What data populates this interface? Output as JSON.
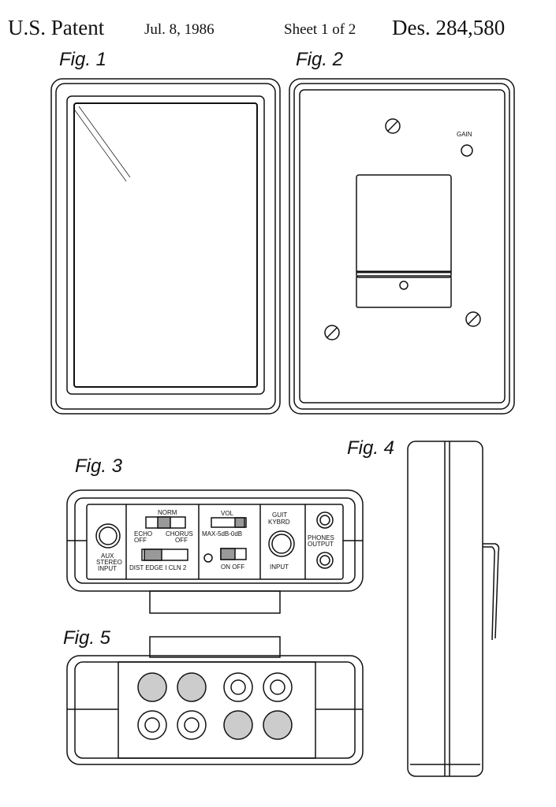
{
  "header": {
    "patent_label": "U.S. Patent",
    "date": "Jul. 8, 1986",
    "sheet": "Sheet 1 of 2",
    "number": "Des. 284,580"
  },
  "figures": {
    "fig1": "Fig. 1",
    "fig2": "Fig. 2",
    "fig3": "Fig. 3",
    "fig4": "Fig. 4",
    "fig5": "Fig. 5"
  },
  "labels": {
    "gain": "GAIN",
    "norm": "NORM",
    "echo": "ECHO",
    "echo_off": "OFF",
    "chorus": "CHORUS",
    "chorus_off": "OFF",
    "dist": "DIST EDGE I CLN 2",
    "vol": "VOL",
    "vol_scale": "MAX-5dB-0dB",
    "on_off": "ON  OFF",
    "guit": "GUIT",
    "kybrd": "KYBRD",
    "input": "INPUT",
    "phones": "PHONES",
    "output": "OUTPUT",
    "aux": "AUX",
    "stereo": "STEREO",
    "aux_input": "INPUT"
  }
}
